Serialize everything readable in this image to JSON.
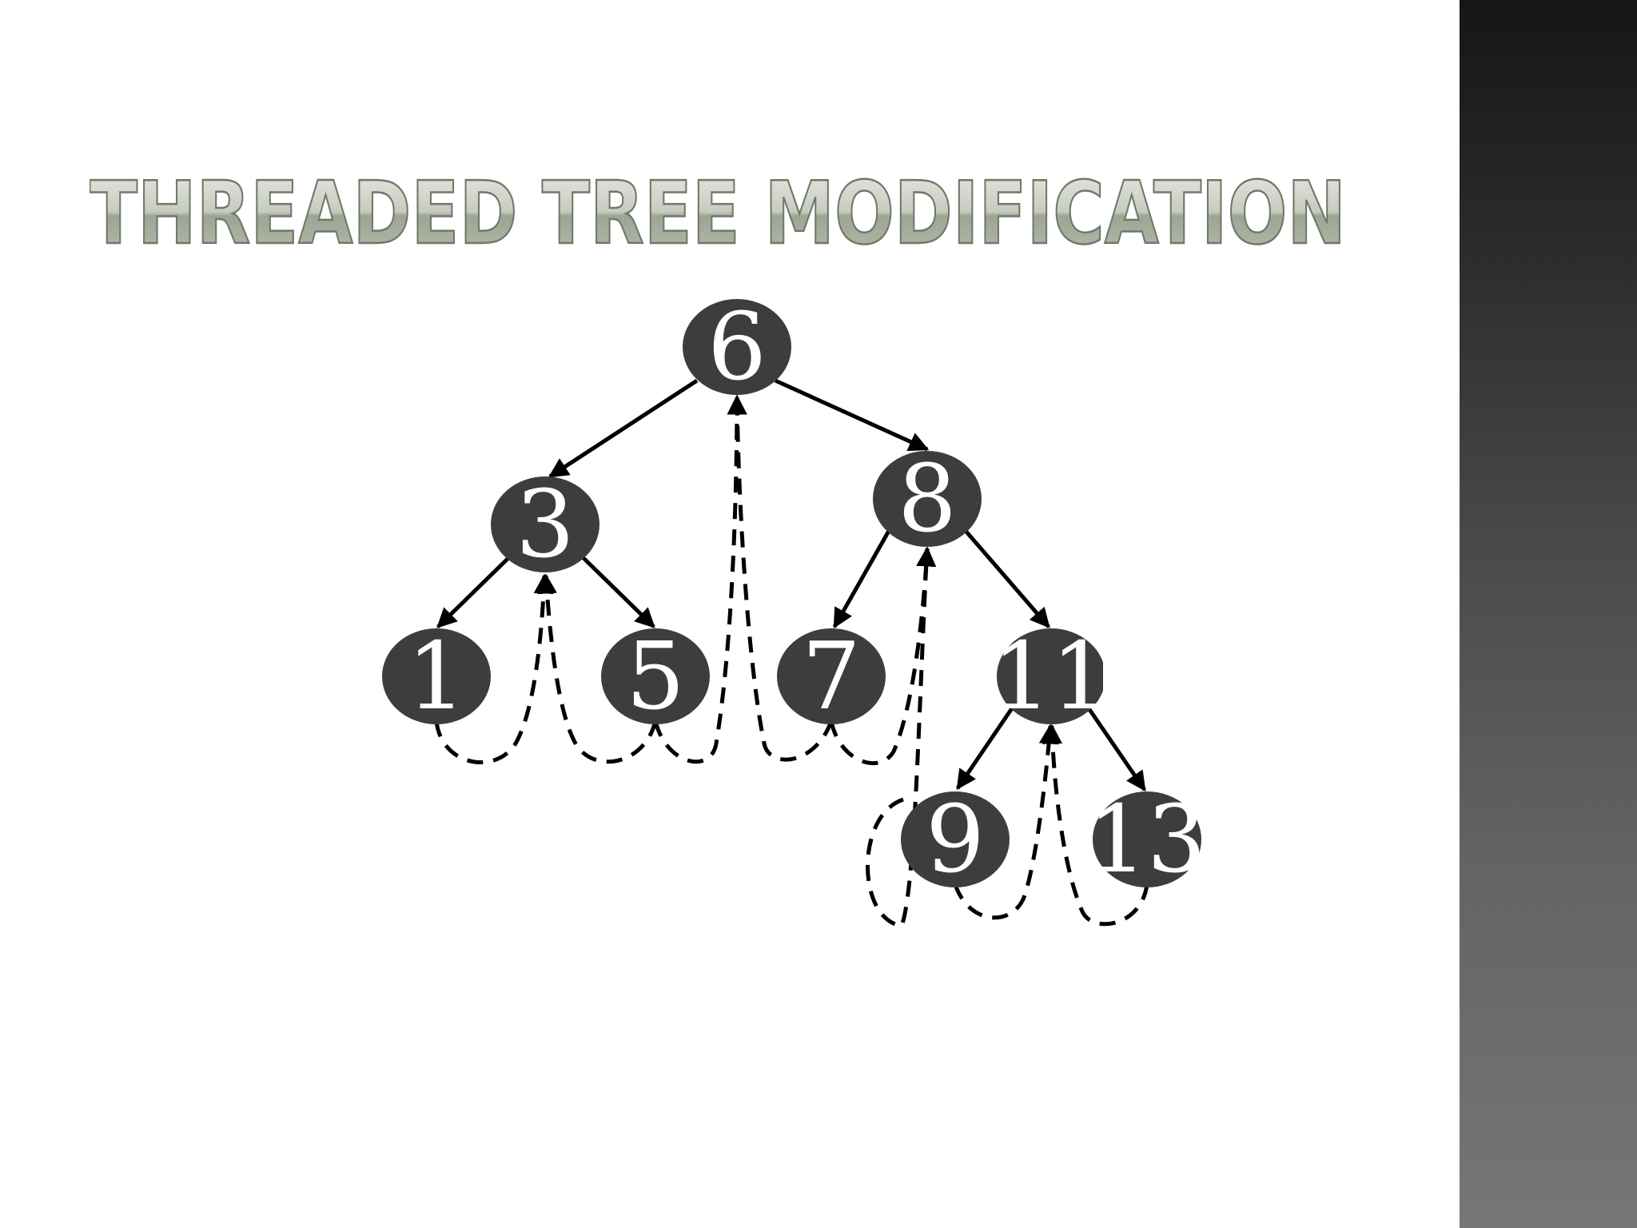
{
  "title": "THREADED TREE MODIFICATION",
  "colors": {
    "node_fill": "#3d3d3d",
    "node_text": "#ffffff",
    "edge": "#000000",
    "title_top": "#e4e6de",
    "title_bottom": "#8d9a84",
    "title_outline": "#6f786a",
    "side_panel_top": "#161616",
    "side_panel_bottom": "#767676"
  },
  "tree": {
    "nodes": [
      {
        "id": "n6",
        "label": "6"
      },
      {
        "id": "n3",
        "label": "3"
      },
      {
        "id": "n8",
        "label": "8"
      },
      {
        "id": "n1",
        "label": "1"
      },
      {
        "id": "n5",
        "label": "5"
      },
      {
        "id": "n7",
        "label": "7"
      },
      {
        "id": "n11",
        "label": "11"
      },
      {
        "id": "n9",
        "label": "9"
      },
      {
        "id": "n13",
        "label": "13"
      }
    ],
    "child_edges": [
      {
        "from": "n6",
        "to": "n3"
      },
      {
        "from": "n6",
        "to": "n8"
      },
      {
        "from": "n3",
        "to": "n1"
      },
      {
        "from": "n3",
        "to": "n5"
      },
      {
        "from": "n8",
        "to": "n7"
      },
      {
        "from": "n8",
        "to": "n11"
      },
      {
        "from": "n11",
        "to": "n9"
      },
      {
        "from": "n11",
        "to": "n13"
      }
    ],
    "thread_edges": [
      {
        "from": "n1",
        "to": "n3"
      },
      {
        "from": "n5",
        "to": "n3"
      },
      {
        "from": "n5",
        "to": "n6"
      },
      {
        "from": "n7",
        "to": "n6"
      },
      {
        "from": "n7",
        "to": "n8"
      },
      {
        "from": "n9",
        "to": "n8"
      },
      {
        "from": "n9",
        "to": "n11"
      },
      {
        "from": "n13",
        "to": "n11"
      }
    ]
  }
}
